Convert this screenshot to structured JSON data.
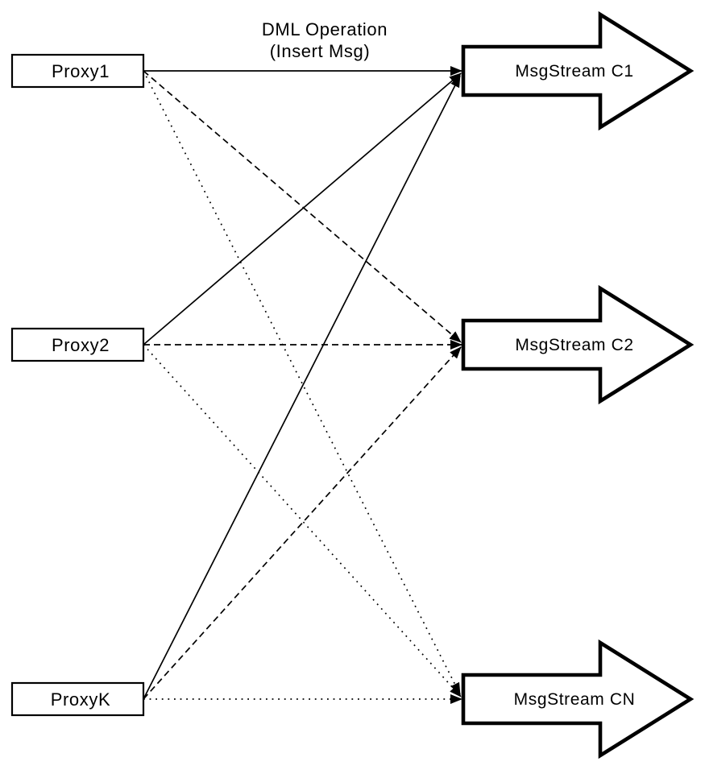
{
  "annotation": {
    "line1": "DML Operation",
    "line2": "(Insert Msg)"
  },
  "proxies": [
    {
      "id": "proxy1",
      "label": "Proxy1"
    },
    {
      "id": "proxy2",
      "label": "Proxy2"
    },
    {
      "id": "proxyk",
      "label": "ProxyK"
    }
  ],
  "streams": [
    {
      "id": "msgstream-c1",
      "label": "MsgStream C1"
    },
    {
      "id": "msgstream-c2",
      "label": "MsgStream C2"
    },
    {
      "id": "msgstream-cn",
      "label": "MsgStream CN"
    }
  ],
  "links": [
    {
      "from": "Proxy1",
      "to": "MsgStream C1",
      "style": "solid"
    },
    {
      "from": "Proxy1",
      "to": "MsgStream C2",
      "style": "dashed"
    },
    {
      "from": "Proxy1",
      "to": "MsgStream CN",
      "style": "dotted"
    },
    {
      "from": "Proxy2",
      "to": "MsgStream C1",
      "style": "solid"
    },
    {
      "from": "Proxy2",
      "to": "MsgStream C2",
      "style": "dashed"
    },
    {
      "from": "Proxy2",
      "to": "MsgStream CN",
      "style": "dotted"
    },
    {
      "from": "ProxyK",
      "to": "MsgStream C1",
      "style": "solid"
    },
    {
      "from": "ProxyK",
      "to": "MsgStream C2",
      "style": "dashed"
    },
    {
      "from": "ProxyK",
      "to": "MsgStream CN",
      "style": "dotted"
    }
  ],
  "colors": {
    "stroke": "#000000",
    "fill": "#ffffff",
    "background": "#ffffff"
  }
}
